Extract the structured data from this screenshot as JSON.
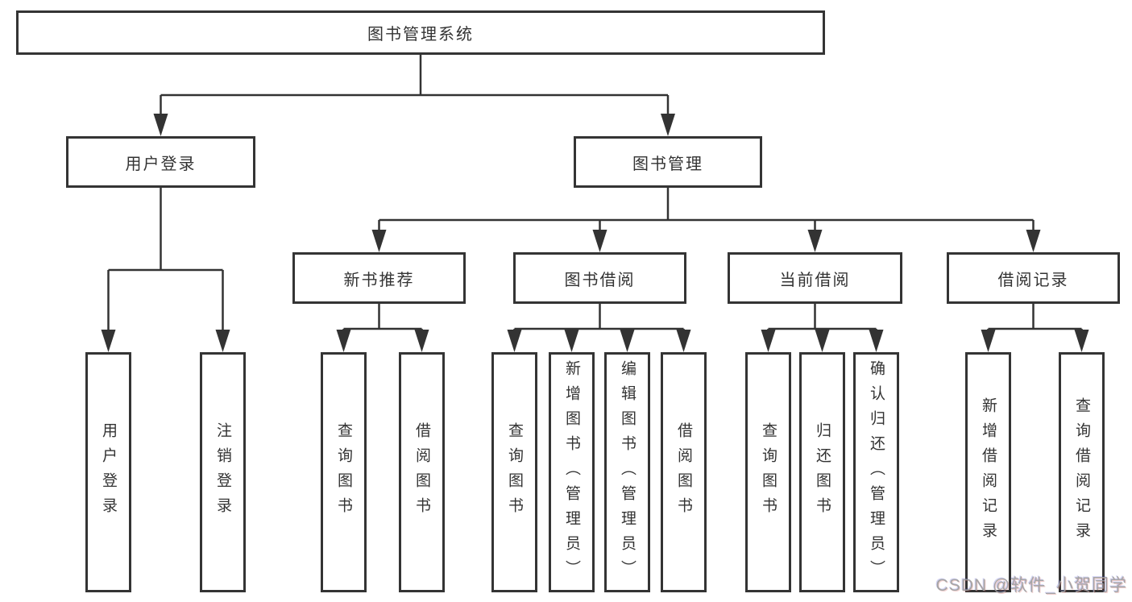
{
  "diagram": {
    "type": "tree",
    "title": "图书管理系统",
    "colors": {
      "line": "#333333",
      "box_border": "#343434",
      "text": "#333333",
      "background": "#ffffff",
      "watermark": "#9e9e9e"
    },
    "nodes": [
      {
        "id": "root",
        "label": "图书管理系统"
      },
      {
        "id": "login",
        "label": "用户登录"
      },
      {
        "id": "mgmt",
        "label": "图书管理"
      },
      {
        "id": "rec",
        "label": "新书推荐"
      },
      {
        "id": "borrow",
        "label": "图书借阅"
      },
      {
        "id": "current",
        "label": "当前借阅"
      },
      {
        "id": "history",
        "label": "借阅记录"
      },
      {
        "id": "login-user",
        "label": "用户登录"
      },
      {
        "id": "login-logout",
        "label": "注销登录"
      },
      {
        "id": "rec-query",
        "label": "查询图书"
      },
      {
        "id": "rec-borrow",
        "label": "借阅图书"
      },
      {
        "id": "borrow-query",
        "label": "查询图书"
      },
      {
        "id": "borrow-add",
        "label": "新增图书（管理员）"
      },
      {
        "id": "borrow-edit",
        "label": "编辑图书（管理员）"
      },
      {
        "id": "borrow-borrow",
        "label": "借阅图书"
      },
      {
        "id": "current-query",
        "label": "查询图书"
      },
      {
        "id": "current-return",
        "label": "归还图书"
      },
      {
        "id": "current-confirm",
        "label": "确认归还（管理员）"
      },
      {
        "id": "history-add",
        "label": "新增借阅记录"
      },
      {
        "id": "history-query",
        "label": "查询借阅记录"
      }
    ],
    "hierarchy": {
      "root": [
        "login",
        "mgmt"
      ],
      "login": [
        "login-user",
        "login-logout"
      ],
      "mgmt": [
        "rec",
        "borrow",
        "current",
        "history"
      ],
      "rec": [
        "rec-query",
        "rec-borrow"
      ],
      "borrow": [
        "borrow-query",
        "borrow-add",
        "borrow-edit",
        "borrow-borrow"
      ],
      "current": [
        "current-query",
        "current-return",
        "current-confirm"
      ],
      "history": [
        "history-add",
        "history-query"
      ]
    }
  },
  "watermark": {
    "text": "CSDN @软件_小贺同学"
  }
}
